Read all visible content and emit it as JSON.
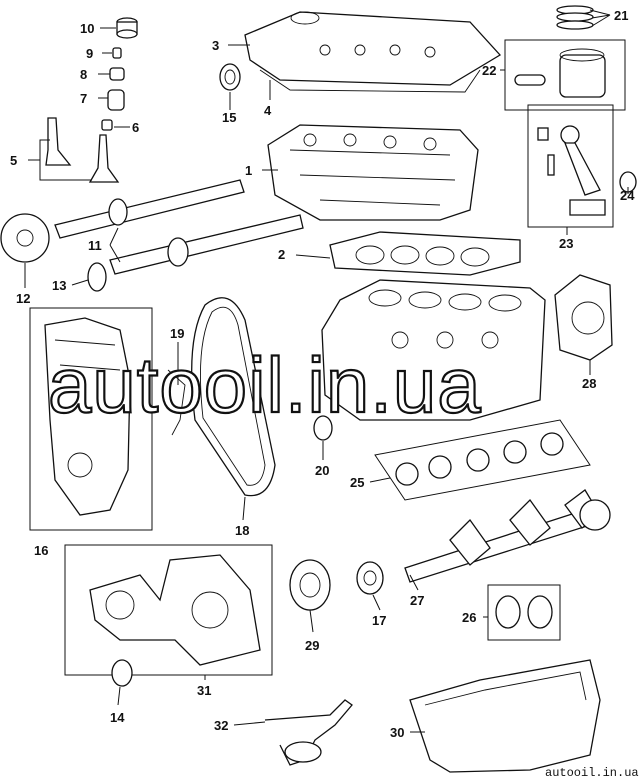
{
  "callouts": [
    "1",
    "2",
    "3",
    "4",
    "5",
    "6",
    "7",
    "8",
    "9",
    "10",
    "11",
    "12",
    "13",
    "14",
    "15",
    "16",
    "17",
    "18",
    "19",
    "20",
    "21",
    "22",
    "23",
    "24",
    "25",
    "26",
    "27",
    "28",
    "29",
    "30",
    "31",
    "32"
  ],
  "watermark": "autooil.in.ua",
  "footer_text": "autooil.in.ua"
}
